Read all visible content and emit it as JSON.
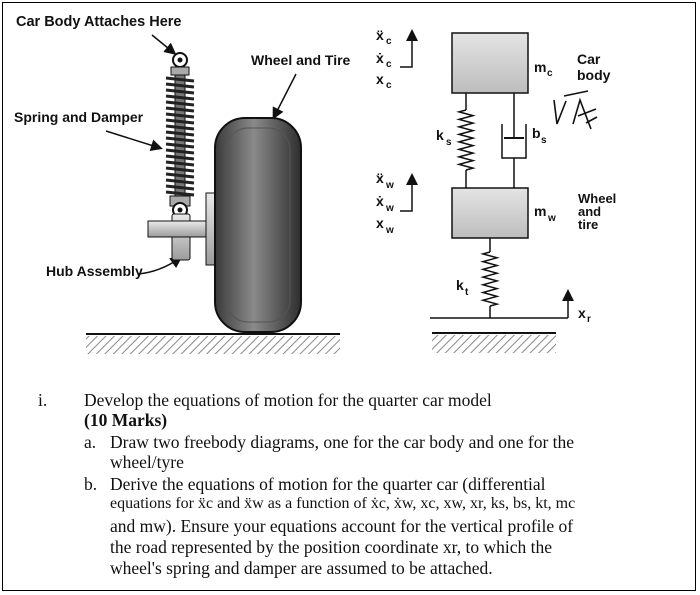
{
  "diagram": {
    "labels": {
      "car_body_attaches": "Car Body Attaches Here",
      "wheel_and_tire": "Wheel and Tire",
      "spring_and_damper": "Spring and Damper",
      "hub_assembly": "Hub Assembly"
    },
    "model": {
      "xc_ddot": "ẍ",
      "xc_dot": "ẋ",
      "x": "x",
      "sub_c": "c",
      "sub_w": "w",
      "mass_c": "m",
      "car_line1": "Car",
      "car_line2": "body",
      "k": "k",
      "sub_s": "s",
      "b": "b",
      "mass_w": "m",
      "wheel_line1": "Wheel",
      "wheel_line2": "and",
      "wheel_line3": "tire",
      "sub_t": "t",
      "xr_main": "x",
      "xr_sub": "r"
    }
  },
  "question": {
    "number": "i.",
    "title": "Develop the equations of motion for the quarter car model",
    "marks": "(10 Marks)",
    "part_a_label": "a.",
    "part_a_line1": "Draw two freebody diagrams, one for the car body and one for the",
    "part_a_line2": "wheel/tyre",
    "part_b_label": "b.",
    "part_b_line1": "Derive the equations of motion for the quarter car (differential",
    "part_b_line2": "equations for ẍc and ẍw as a function of ẋc, ẋw, xc, xw, xr, ks, bs, kt, mc",
    "part_b_line3": "and mw). Ensure your equations account for the vertical profile of",
    "part_b_line4": "the road represented by the position coordinate xr, to which the",
    "part_b_line5": "wheel's spring and damper are assumed to be attached."
  }
}
